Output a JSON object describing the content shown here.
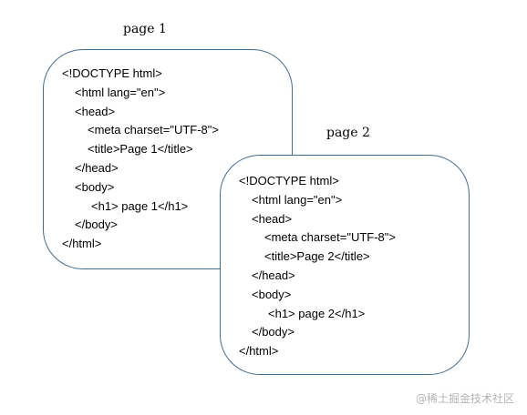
{
  "page1": {
    "caption": "page 1",
    "lines": [
      "<!DOCTYPE html>",
      "<html lang=\"en\">",
      "<head>",
      "<meta charset=\"UTF-8\">",
      "<title>Page 1</title>",
      "</head>",
      "<body>",
      "<h1> page 1</h1>",
      "</body>",
      "</html>"
    ]
  },
  "page2": {
    "caption": "page 2",
    "lines": [
      "<!DOCTYPE html>",
      "<html lang=\"en\">",
      "<head>",
      "<meta charset=\"UTF-8\">",
      "<title>Page 2</title>",
      "</head>",
      "<body>",
      "<h1> page 2</h1>",
      "</body>",
      "</html>"
    ]
  },
  "watermark": "@稀土掘金技术社区",
  "colors": {
    "card_border": "#3f6e95",
    "text": "#000000",
    "watermark": "#b5b5b5"
  }
}
